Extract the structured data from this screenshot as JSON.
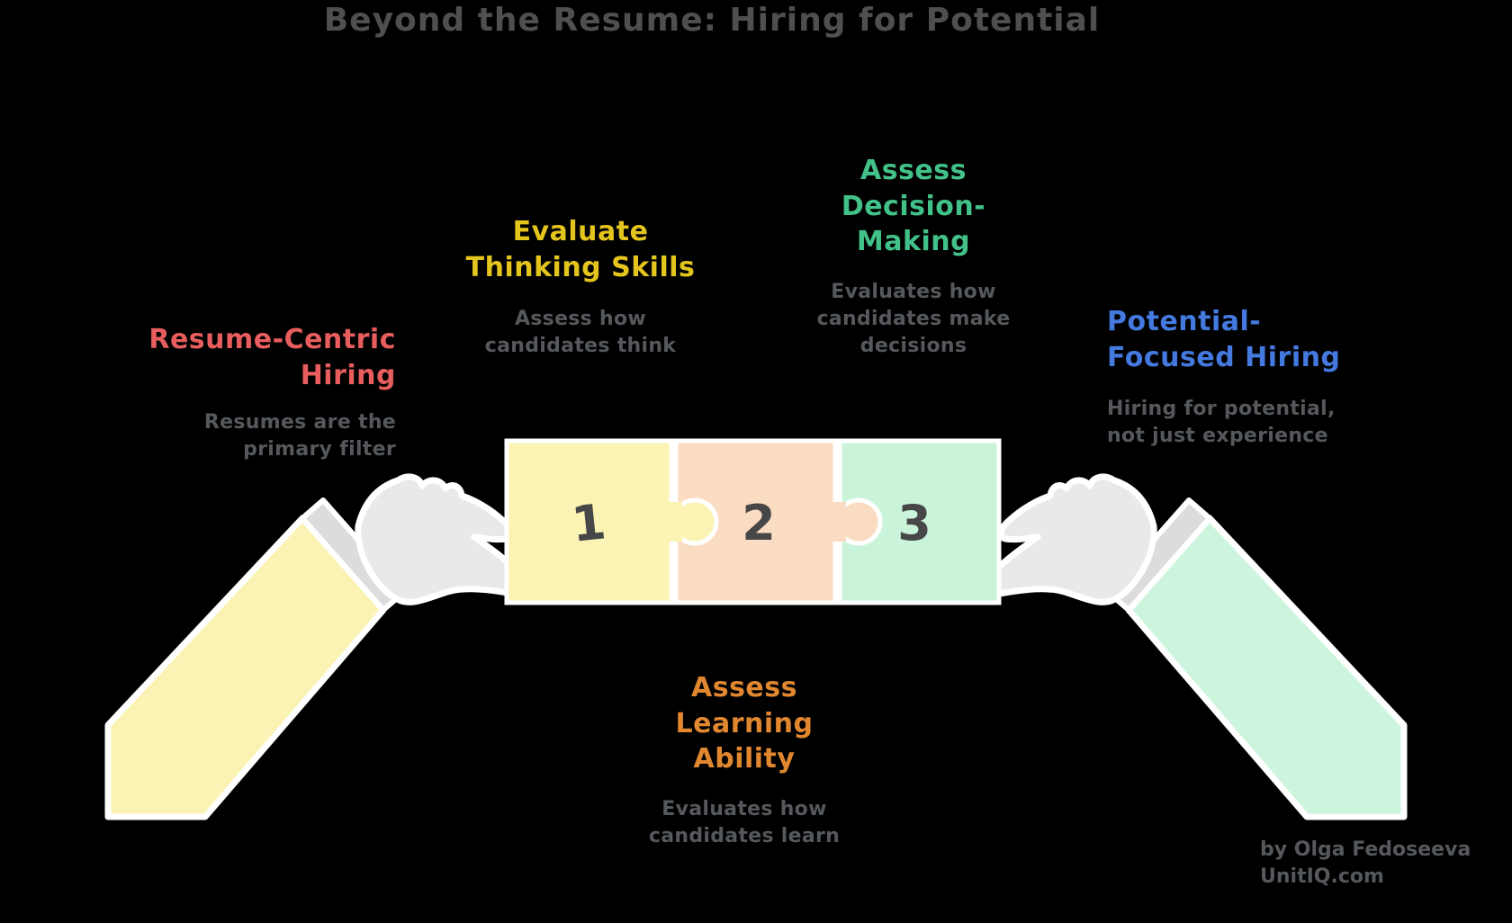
{
  "background_color": "#000000",
  "title": {
    "text": "Beyond the Resume: Hiring for Potential",
    "color": "#4f4f4f"
  },
  "labels": {
    "resume_centric": {
      "heading": "Resume-Centric\nHiring",
      "body": "Resumes are the\nprimary filter",
      "heading_color": "#e85d5d"
    },
    "evaluate_thinking": {
      "heading": "Evaluate\nThinking Skills",
      "body": "Assess how\ncandidates think",
      "heading_color": "#e3c51d"
    },
    "assess_decision": {
      "heading": "Assess\nDecision-\nMaking",
      "body": "Evaluates how\ncandidates make\ndecisions",
      "heading_color": "#42c289"
    },
    "potential_focused": {
      "heading": "Potential-\nFocused Hiring",
      "body": "Hiring for potential,\nnot just experience",
      "heading_color": "#4479e0"
    },
    "assess_learning": {
      "heading": "Assess\nLearning\nAbility",
      "body": "Evaluates how\ncandidates learn",
      "heading_color": "#e0872f"
    }
  },
  "body_text_color": "#55585c",
  "puzzle": {
    "pieces": [
      {
        "number": "1",
        "fill": "#fbf3b3"
      },
      {
        "number": "2",
        "fill": "#fadcc2"
      },
      {
        "number": "3",
        "fill": "#c9f4da"
      }
    ],
    "number_color": "#474747",
    "outline_color": "#ffffff"
  },
  "hands": {
    "skin_color": "#e9e9eb",
    "cuff_color": "#dcdcde",
    "left_sleeve_color": "#fbf3b3",
    "right_sleeve_color": "#cdf5de",
    "outline_color": "#ffffff"
  },
  "attribution": {
    "line1": "by Olga Fedoseeva",
    "line2": "UnitIQ.com"
  }
}
